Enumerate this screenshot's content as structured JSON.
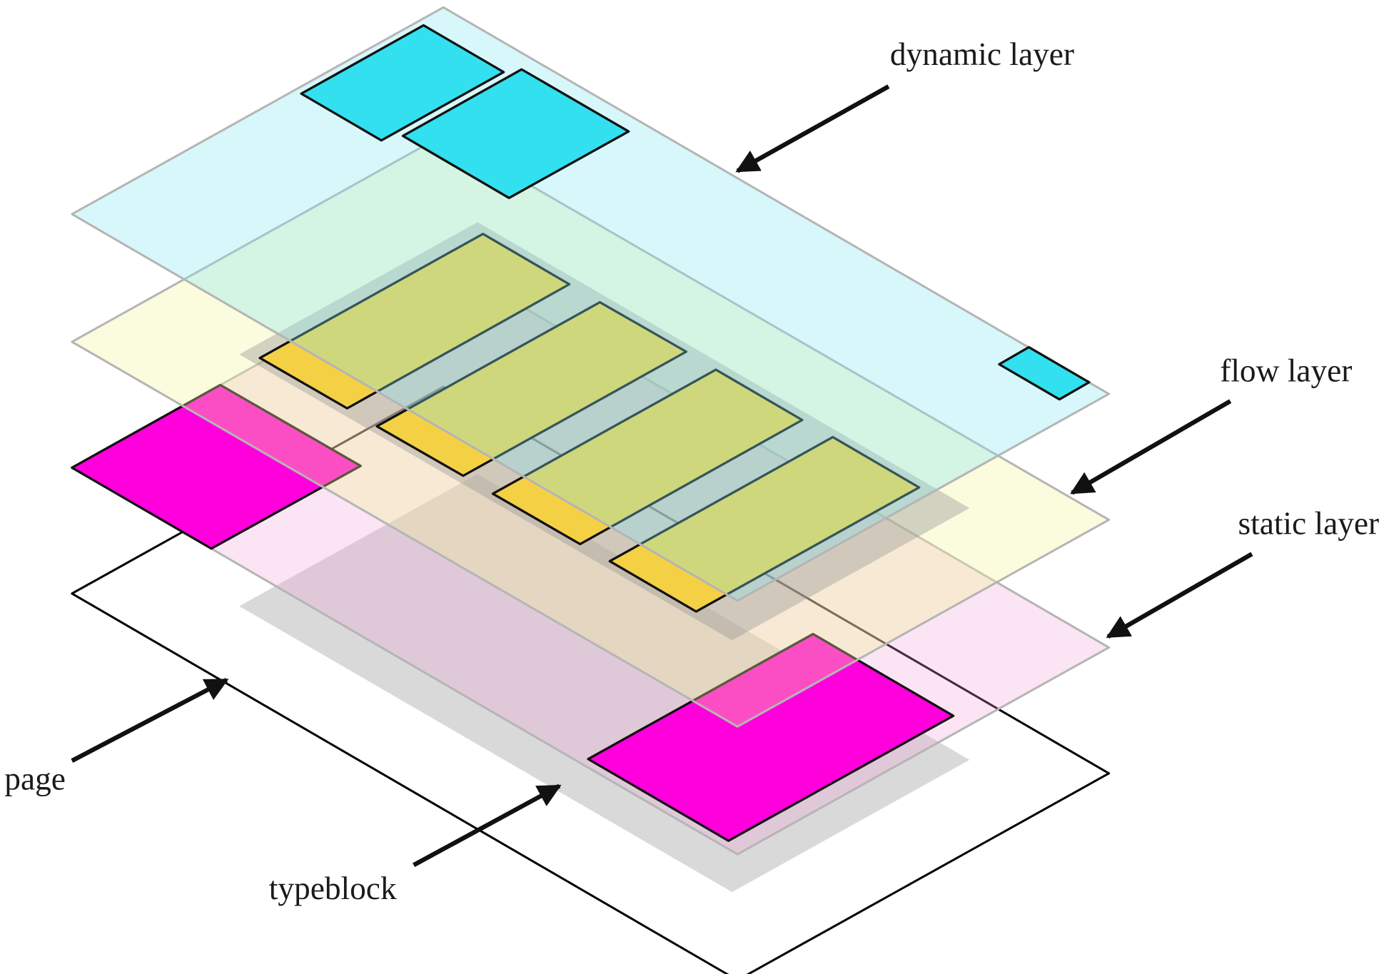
{
  "labels": {
    "dynamic": "dynamic layer",
    "flow": "flow layer",
    "static": "static layer",
    "page": "page",
    "typeblock": "typeblock"
  },
  "colors": {
    "background": "#ffffff",
    "page_fill": "#ffffff",
    "page_stroke": "#000000",
    "typeblock_fill": "#d9d9d9",
    "flow_typeblock_fill": "rgba(150,150,150,0.40)",
    "static_plane_fill": "rgba(242,160,215,0.28)",
    "flow_plane_fill": "rgba(242,242,150,0.32)",
    "dynamic_plane_fill": "rgba(130,230,242,0.32)",
    "plane_stroke": "#b5b5b5",
    "magenta_block": "#ff00dc",
    "cyan_block": "#33e0ef",
    "text_line_yellow": "#f4d044",
    "block_outline": "#111111",
    "arrow": "#111111",
    "label_text": "#1a1a1a"
  }
}
